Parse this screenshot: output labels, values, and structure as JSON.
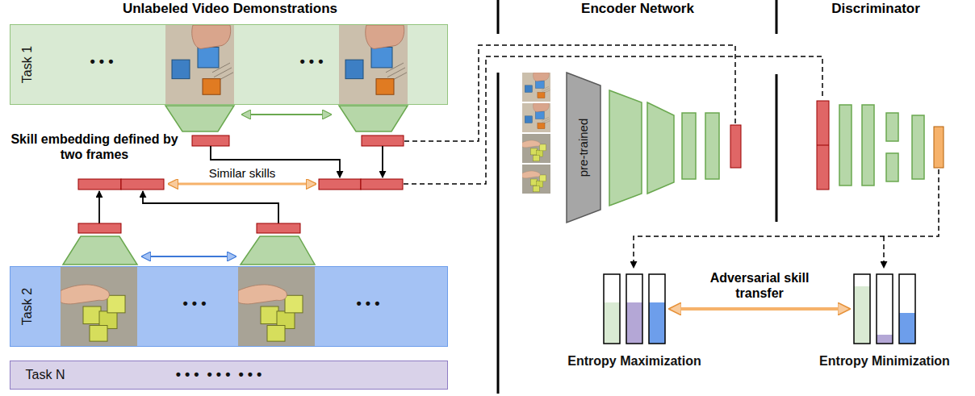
{
  "diagram": {
    "nodes": [
      {
        "text": [
          "Task 1",
          "• • •",
          "• • •"
        ]
      },
      {
        "text": [
          "Task 2",
          "• • •",
          "• • •"
        ]
      },
      {
        "text": [
          "Task N",
          "• • •  • • •  • • •"
        ]
      },
      {
        "text": [
          "pre-trained"
        ]
      },
      {
        "text": [
          "Entropy Maximization"
        ]
      },
      {
        "text": [
          "Entropy Minimization"
        ]
      }
    ],
    "edges": [
      {
        "from": 4,
        "to": 5,
        "label": "Adversarial skill transfer",
        "arrow": "both"
      }
    ],
    "labels": [
      "Unlabeled Video Demonstrations",
      "Encoder Network",
      "Discriminator",
      "Skill embedding defined by two frames",
      "Similar skills"
    ]
  }
}
